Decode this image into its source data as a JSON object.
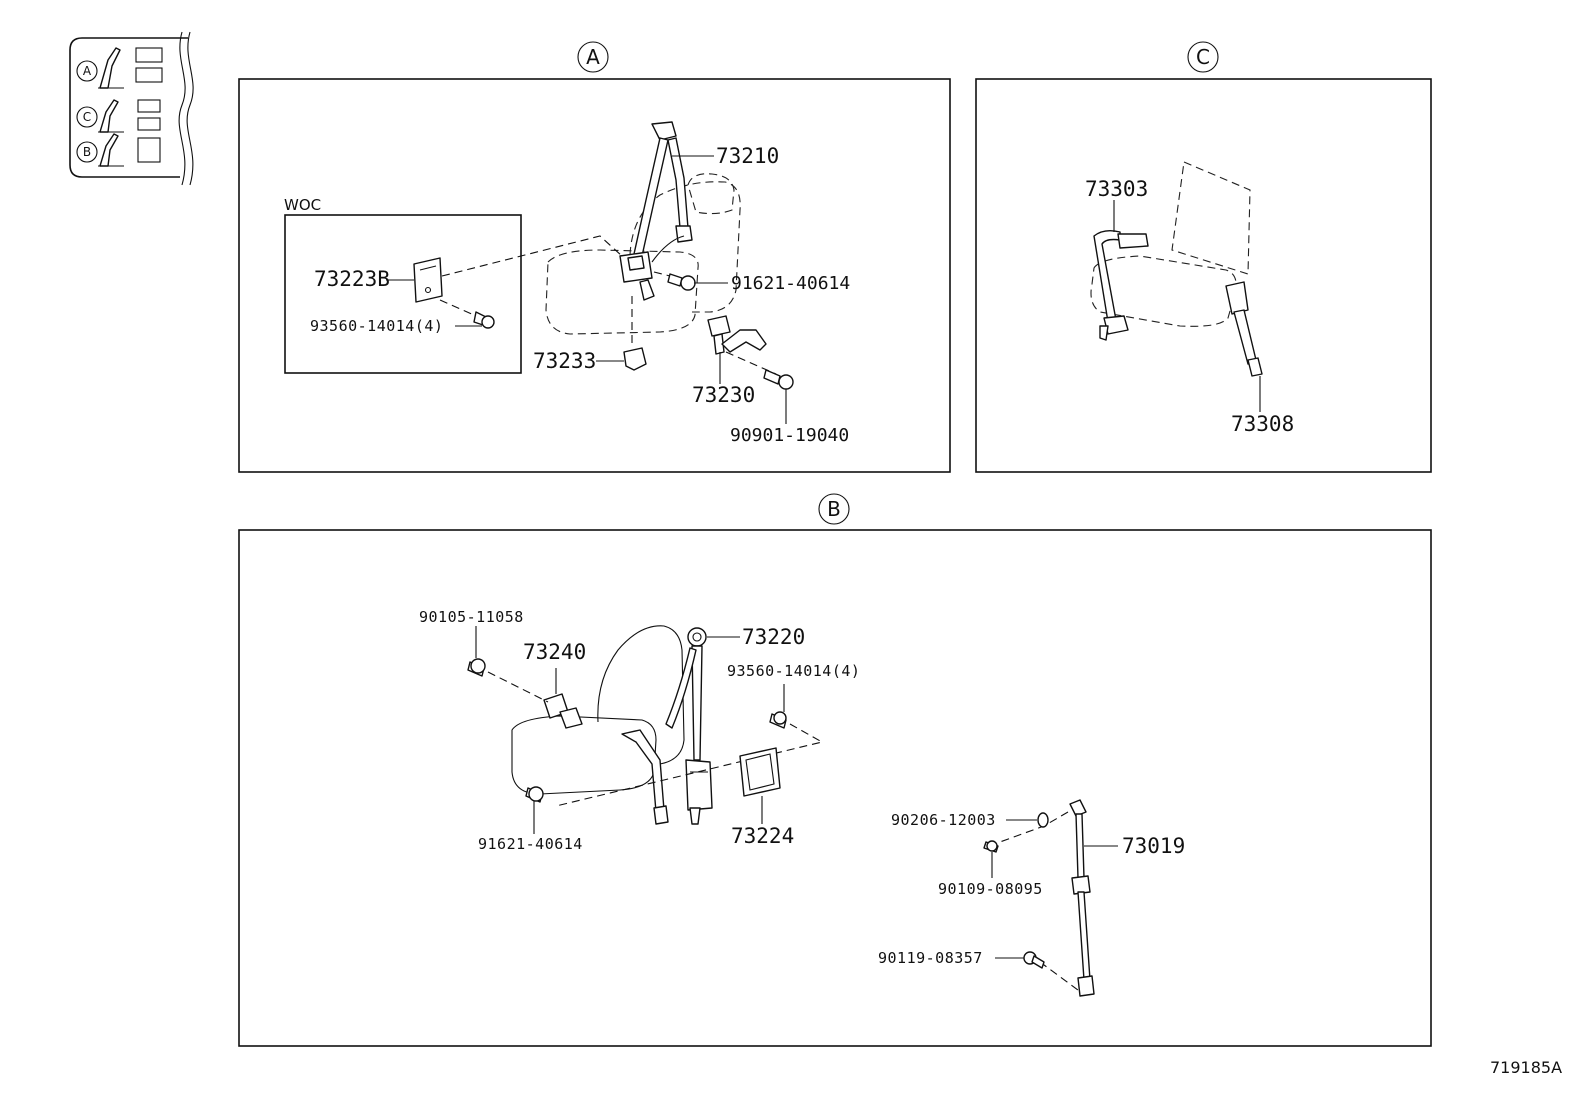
{
  "key_map": {
    "letters": [
      "A",
      "C",
      "B"
    ]
  },
  "sections": {
    "A": {
      "letter": "A",
      "woc_label": "WOC",
      "parts": {
        "p73210": "73210",
        "p73223B": "73223B",
        "p93560": "93560-14014(4)",
        "p91621": "91621-40614",
        "p73233": "73233",
        "p73230": "73230",
        "p90901": "90901-19040"
      }
    },
    "C": {
      "letter": "C",
      "parts": {
        "p73303": "73303",
        "p73308": "73308"
      }
    },
    "B": {
      "letter": "B",
      "parts": {
        "p90105": "90105-11058",
        "p73240": "73240",
        "p73220": "73220",
        "p93560": "93560-14014(4)",
        "p91621": "91621-40614",
        "p73224": "73224",
        "p90206": "90206-12003",
        "p73019": "73019",
        "p90109": "90109-08095",
        "p90119": "90119-08357"
      }
    }
  },
  "document_id": "719185A"
}
